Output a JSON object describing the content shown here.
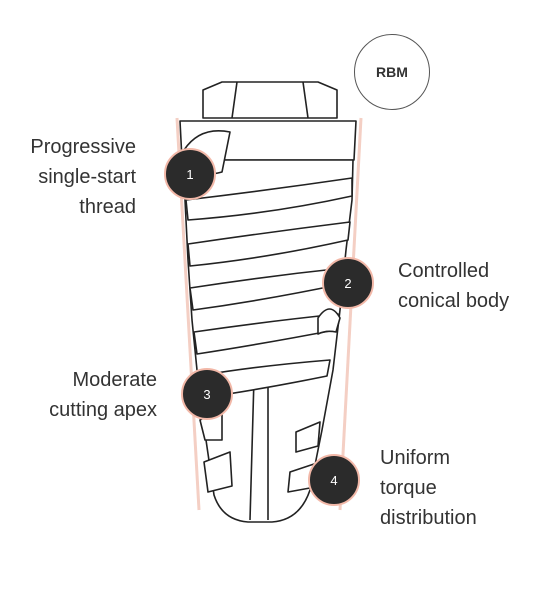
{
  "badge_top": {
    "text": "RBM"
  },
  "callouts": [
    {
      "number": "1",
      "lines": [
        "Progressive",
        "single-start",
        "thread"
      ]
    },
    {
      "number": "2",
      "lines": [
        "Controlled",
        "conical body"
      ]
    },
    {
      "number": "3",
      "lines": [
        "Moderate",
        "cutting apex"
      ]
    },
    {
      "number": "4",
      "lines": [
        "Uniform",
        "torque",
        "distribution"
      ]
    }
  ],
  "colors": {
    "badge_fill": "#2b2b2b",
    "badge_ring": "#f2b8a8",
    "taper_line": "#f4cfc4",
    "outline": "#222222"
  }
}
